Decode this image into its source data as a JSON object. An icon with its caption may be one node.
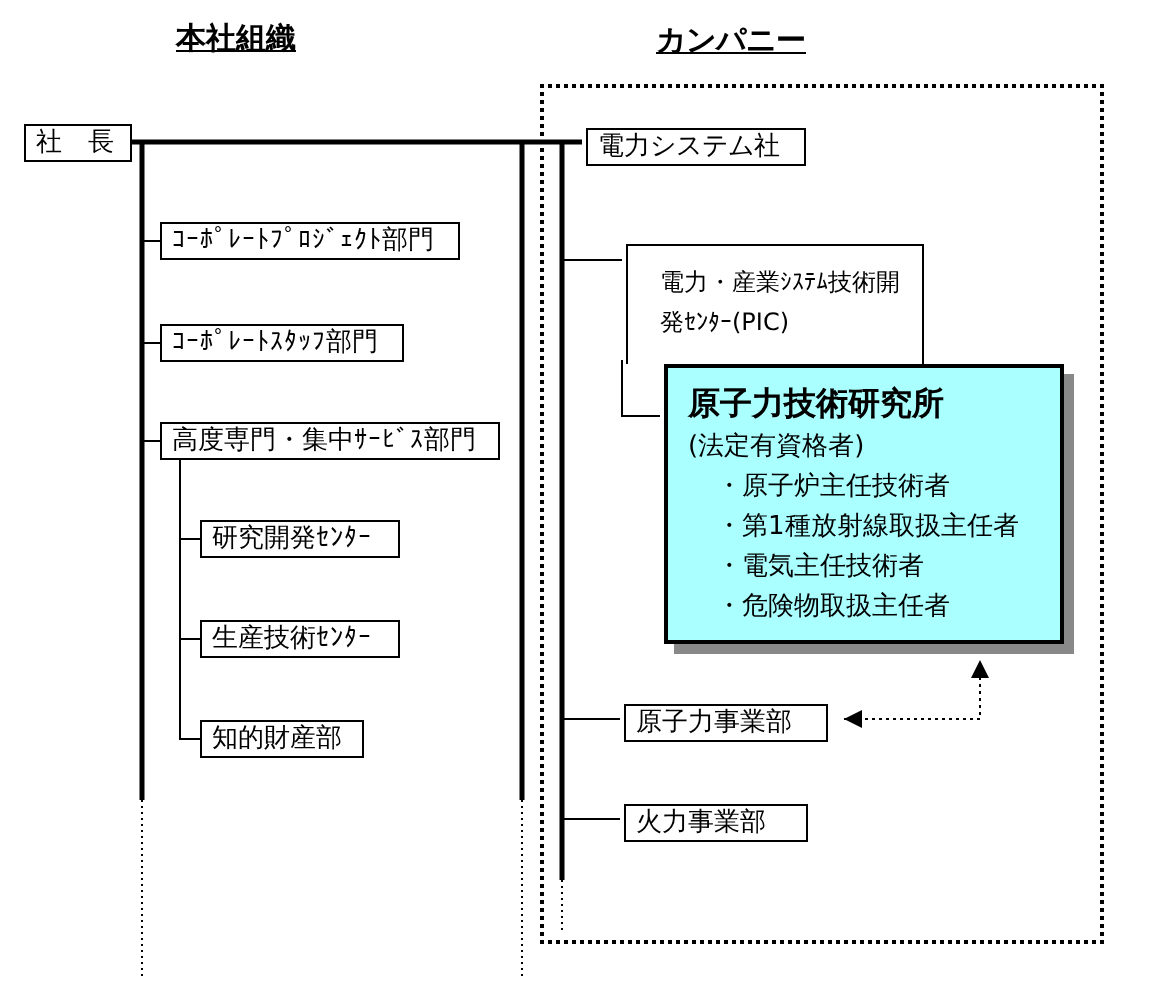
{
  "diagram": {
    "nodes": [
      {
        "text": [
          "社　長"
        ]
      },
      {
        "text": [
          "ｺｰﾎﾟﾚｰﾄﾌﾟﾛｼﾞｪｸﾄ部門"
        ]
      },
      {
        "text": [
          "ｺｰﾎﾟﾚｰﾄｽﾀｯﾌ部門"
        ]
      },
      {
        "text": [
          "高度専門・集中ｻｰﾋﾞｽ部門"
        ]
      },
      {
        "text": [
          "研究開発ｾﾝﾀｰ"
        ]
      },
      {
        "text": [
          "生産技術ｾﾝﾀｰ"
        ]
      },
      {
        "text": [
          "知的財産部"
        ]
      },
      {
        "text": [
          "カンパニー"
        ]
      },
      {
        "text": [
          "電力システム社"
        ],
        "in": 7
      },
      {
        "text": [
          "電力・産業ｼｽﾃﾑ技術開発ｾﾝﾀｰ(PIC)"
        ],
        "in": 7
      },
      {
        "text": [
          "原子力技術研究所",
          "(法定有資格者)",
          "・原子炉主任技術者",
          "・第1種放射線取扱主任者",
          "・電気主任技術者",
          "・危険物取扱主任者"
        ],
        "in": 7
      },
      {
        "text": [
          "原子力事業部"
        ],
        "in": 7
      },
      {
        "text": [
          "火力事業部"
        ],
        "in": 7
      }
    ],
    "edges": [
      {
        "from": 0,
        "to": 8,
        "arrow": "none"
      },
      {
        "from": 0,
        "to": 1,
        "arrow": "none"
      },
      {
        "from": 0,
        "to": 2,
        "arrow": "none"
      },
      {
        "from": 0,
        "to": 3,
        "arrow": "none"
      },
      {
        "from": 3,
        "to": 4,
        "arrow": "none"
      },
      {
        "from": 3,
        "to": 5,
        "arrow": "none"
      },
      {
        "from": 3,
        "to": 6,
        "arrow": "none"
      },
      {
        "from": 8,
        "to": 9,
        "arrow": "none"
      },
      {
        "from": 8,
        "to": 11,
        "arrow": "none"
      },
      {
        "from": 8,
        "to": 12,
        "arrow": "none"
      },
      {
        "from": 11,
        "to": 10,
        "arrow": "both",
        "style": "dashed"
      }
    ],
    "labels": [
      "本社組織"
    ]
  }
}
